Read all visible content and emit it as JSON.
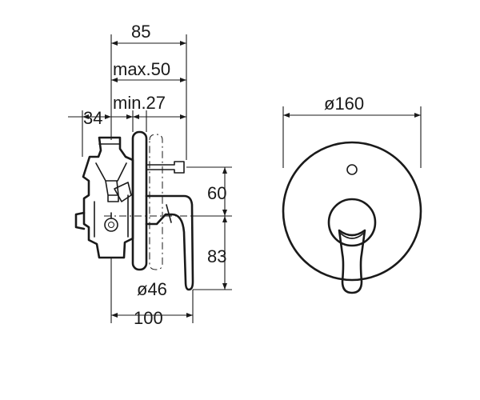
{
  "dimensions": {
    "overall_depth": "85",
    "max_depth": "max.50",
    "min_depth": "min.27",
    "rear_offset": "34",
    "upper_height": "60",
    "lower_height": "83",
    "handle_diameter": "ø46",
    "total_width": "100",
    "plate_diameter": "ø160"
  },
  "colors": {
    "ink": "#1a1a1a",
    "background": "#ffffff"
  }
}
